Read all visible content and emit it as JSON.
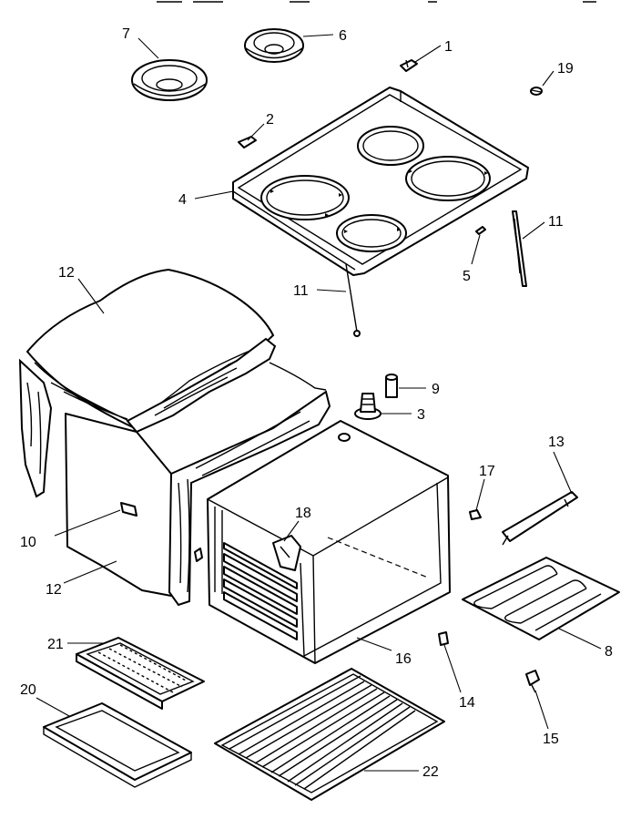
{
  "labels": {
    "p1": "1",
    "p2": "2",
    "p3": "3",
    "p4": "4",
    "p5": "5",
    "p6": "6",
    "p7": "7",
    "p8": "8",
    "p9": "9",
    "p10": "10",
    "p11a": "11",
    "p11b": "11",
    "p12a": "12",
    "p12b": "12",
    "p13": "13",
    "p14": "14",
    "p15": "15",
    "p16": "16",
    "p17": "17",
    "p18": "18",
    "p19": "19",
    "p20": "20",
    "p21": "21",
    "p22": "22"
  }
}
